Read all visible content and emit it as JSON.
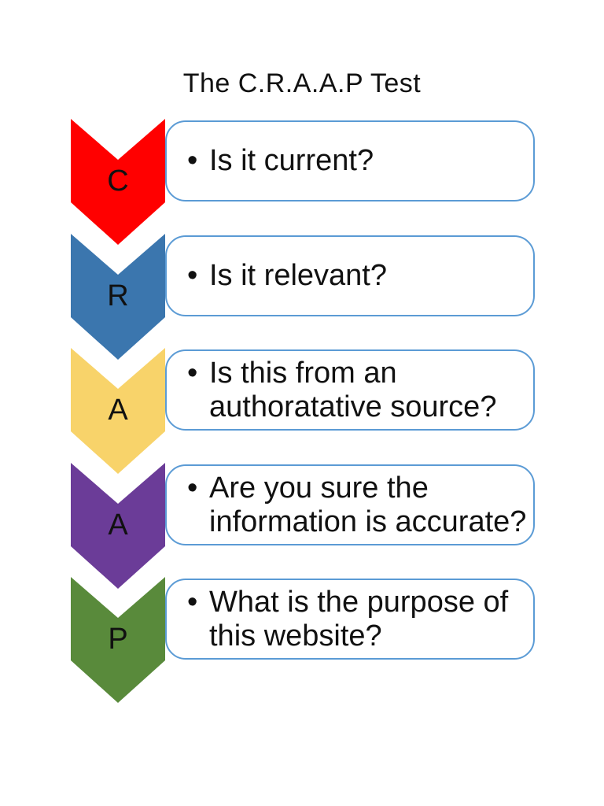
{
  "title": "The C.R.A.A.P Test",
  "bullet_char": "•",
  "colors": {
    "background": "#FFFFFF",
    "box_border": "#5B9BD5",
    "text": "#111111"
  },
  "rows": [
    {
      "letter": "C",
      "color": "#FF0000",
      "line1": "Is it current?",
      "line2": ""
    },
    {
      "letter": "R",
      "color": "#3B76AE",
      "line1": "Is it relevant?",
      "line2": ""
    },
    {
      "letter": "A",
      "color": "#F8D36A",
      "line1": "Is this from an",
      "line2": "authoratative source?"
    },
    {
      "letter": "A",
      "color": "#6B3C98",
      "line1": "Are you sure the",
      "line2": "information is accurate?"
    },
    {
      "letter": "P",
      "color": "#598A3B",
      "line1": "What is the purpose of",
      "line2": "this website?"
    }
  ]
}
